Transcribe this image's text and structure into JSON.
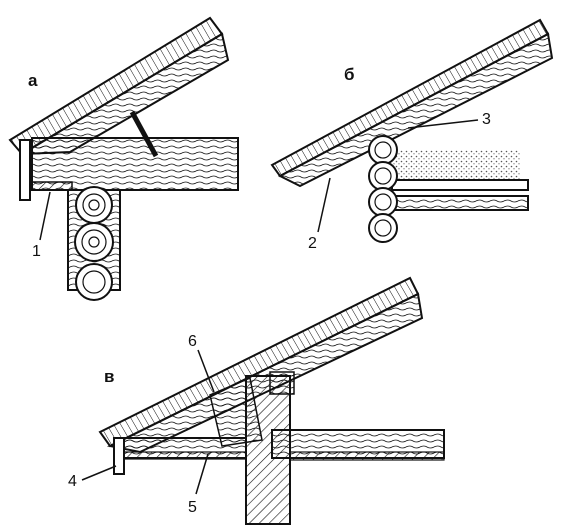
{
  "panels": [
    {
      "letter": "а"
    },
    {
      "letter": "б"
    },
    {
      "letter": "в"
    }
  ],
  "callouts": [
    "1",
    "2",
    "3",
    "4",
    "5",
    "6"
  ],
  "colors": {
    "ink": "#111111",
    "paper": "#ffffff",
    "stipple": "#555555"
  }
}
